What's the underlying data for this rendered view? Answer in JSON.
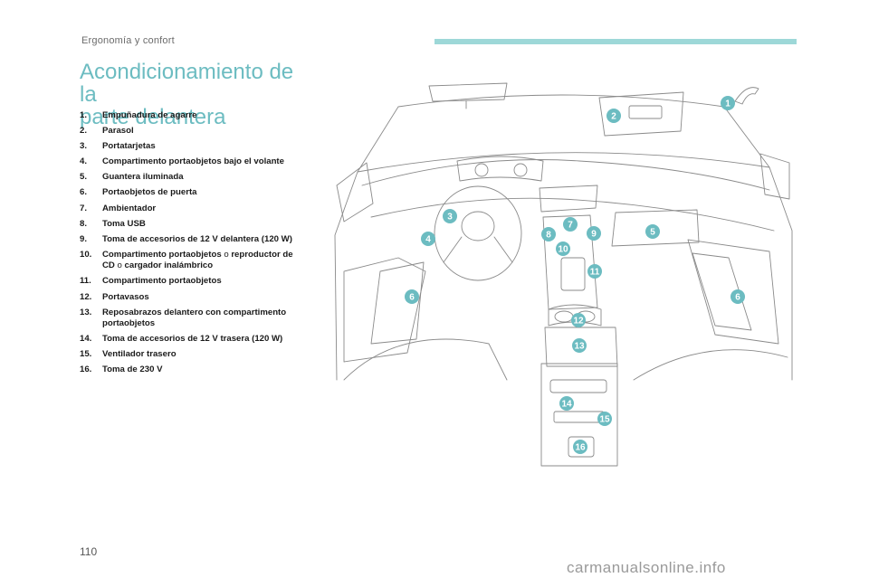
{
  "header": {
    "section": "Ergonomía y confort",
    "accent_color": "#9dd8d8"
  },
  "page": {
    "title_line1": "Acondicionamiento de la",
    "title_line2": "parte delantera",
    "number": "110"
  },
  "items": [
    {
      "num": "1.",
      "text": "Empuñadura de agarre"
    },
    {
      "num": "2.",
      "text": "Parasol"
    },
    {
      "num": "3.",
      "text": "Portatarjetas"
    },
    {
      "num": "4.",
      "text": "Compartimento portaobjetos bajo el volante"
    },
    {
      "num": "5.",
      "text": "Guantera iluminada"
    },
    {
      "num": "6.",
      "text": "Portaobjetos de puerta"
    },
    {
      "num": "7.",
      "text": "Ambientador"
    },
    {
      "num": "8.",
      "text": "Toma USB"
    },
    {
      "num": "9.",
      "text": "Toma de accesorios de 12 V delantera (120 W)"
    },
    {
      "num": "10.",
      "text_a": "Compartimento portaobjetos",
      "conj1": " o ",
      "text_b": "reproductor de CD",
      "conj2": " o ",
      "text_c": "cargador inalámbrico"
    },
    {
      "num": "11.",
      "text": "Compartimento portaobjetos"
    },
    {
      "num": "12.",
      "text": "Portavasos"
    },
    {
      "num": "13.",
      "text": "Reposabrazos delantero con compartimento portaobjetos"
    },
    {
      "num": "14.",
      "text": "Toma de accesorios de 12 V trasera (120 W)"
    },
    {
      "num": "15.",
      "text": "Ventilador trasero"
    },
    {
      "num": "16.",
      "text": "Toma de 230 V"
    }
  ],
  "markers": [
    "1",
    "2",
    "3",
    "4",
    "5",
    "6",
    "6",
    "7",
    "8",
    "9",
    "10",
    "11",
    "12",
    "13",
    "14",
    "15",
    "16"
  ],
  "marker_color": "#6cbcc1",
  "footer": {
    "watermark": "carmanualsonline.info"
  }
}
